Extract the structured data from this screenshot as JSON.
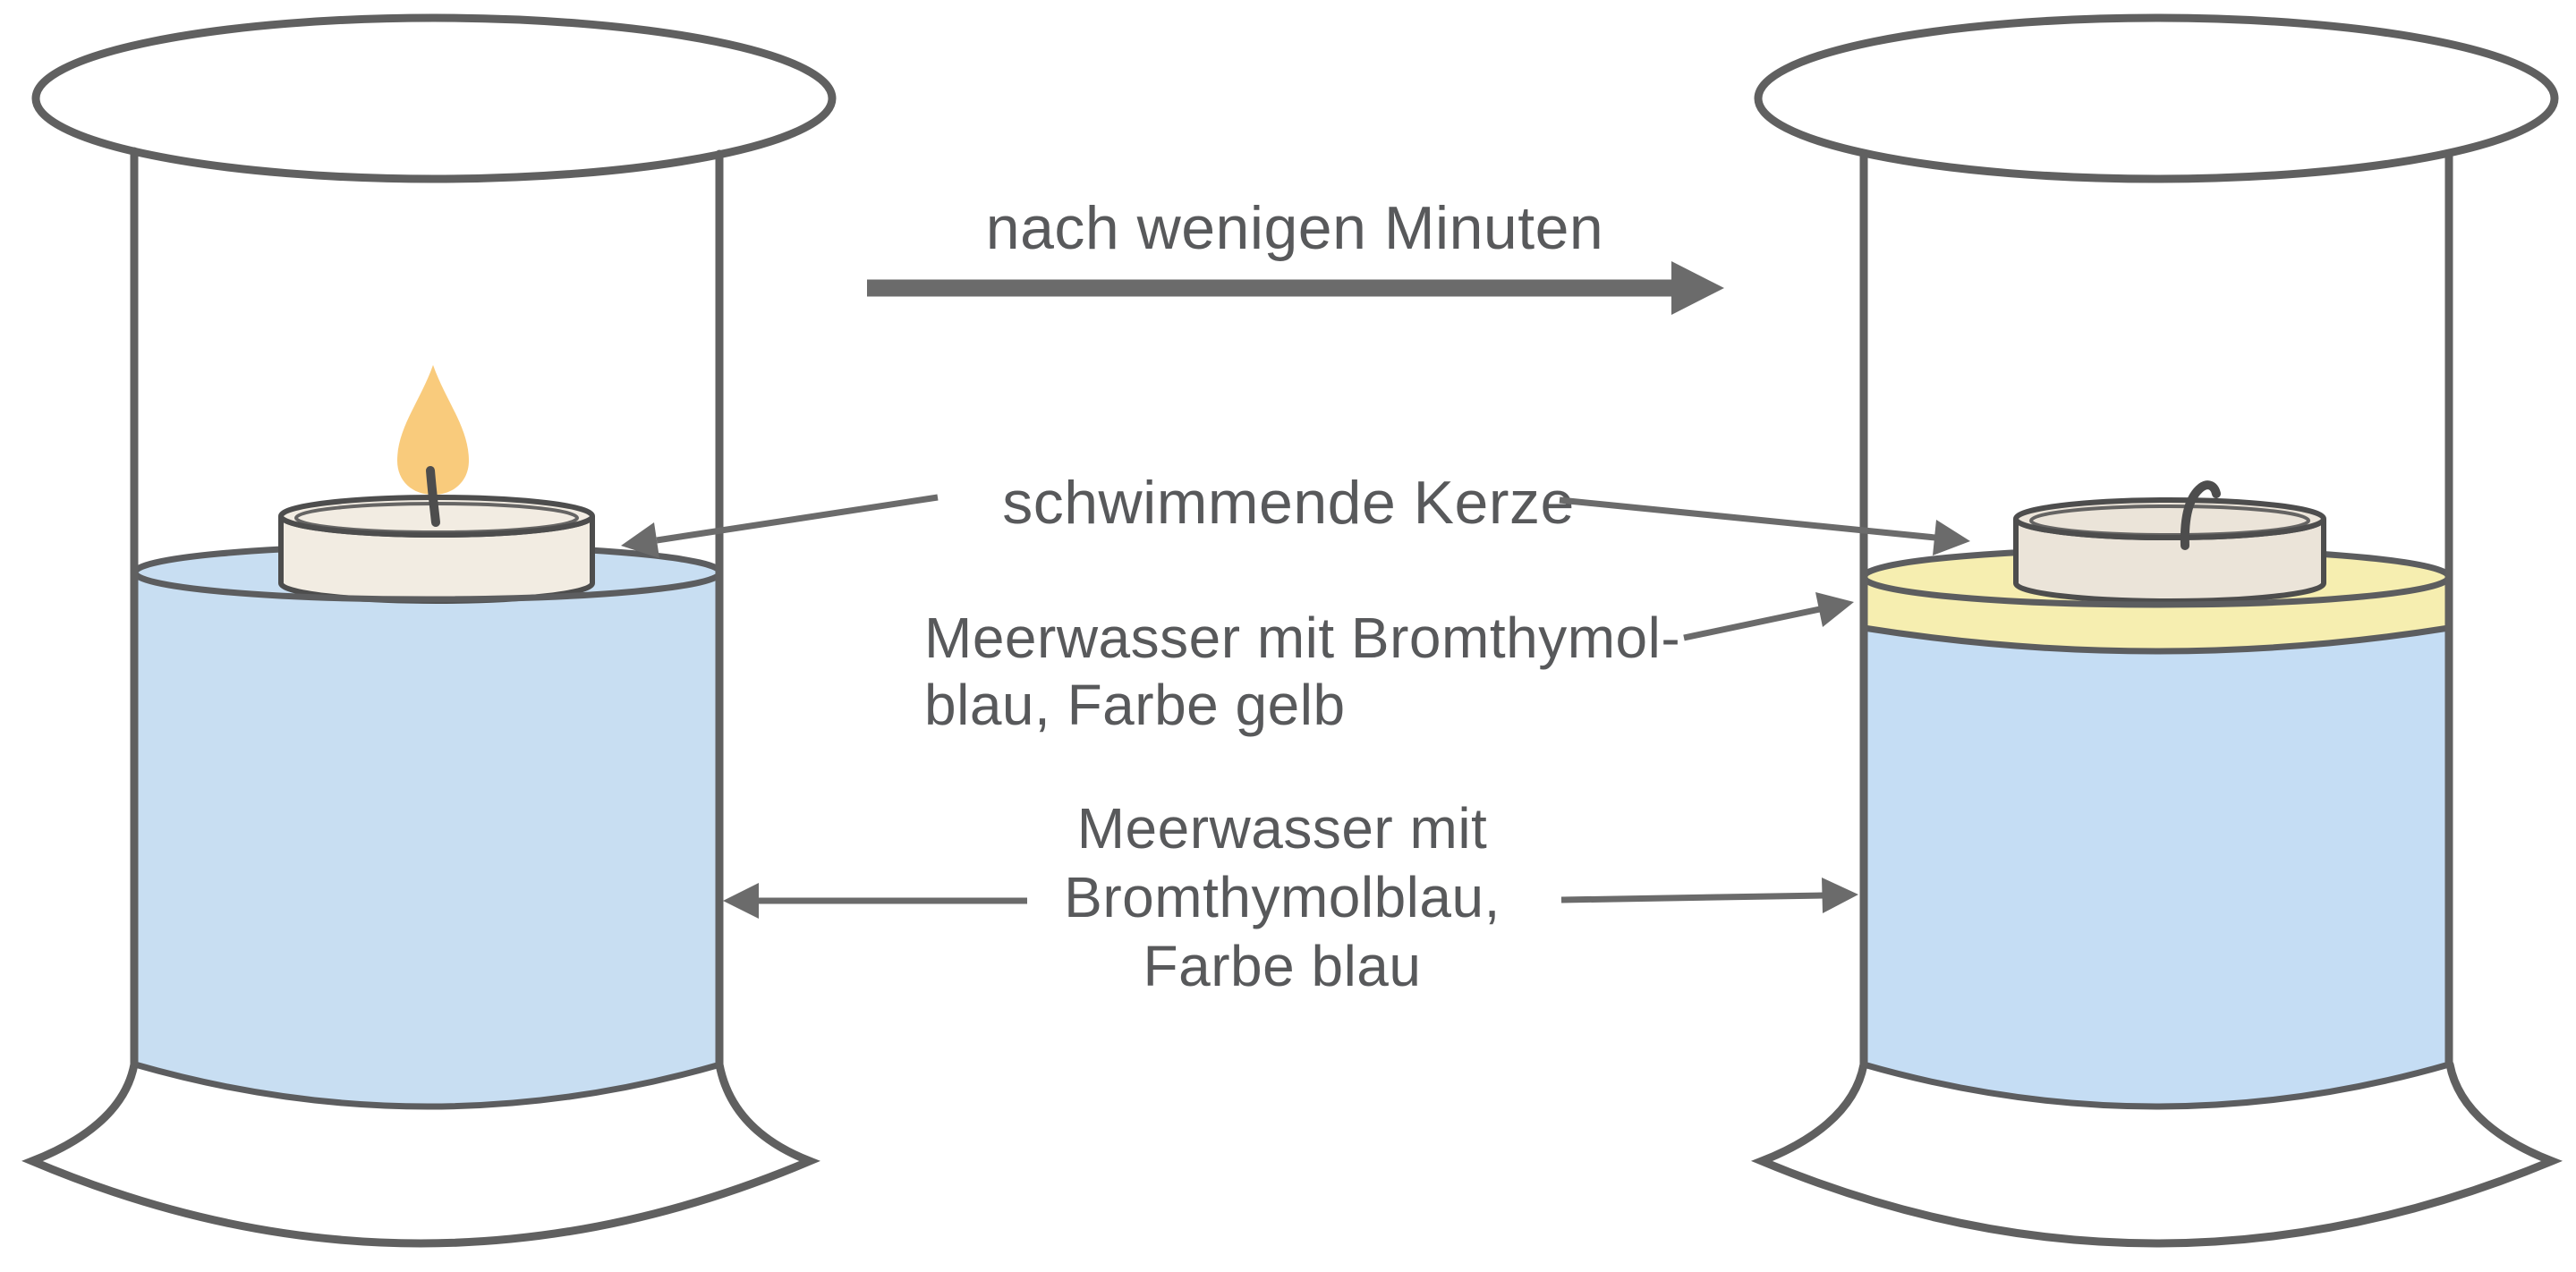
{
  "diagram": {
    "transition": {
      "label": "nach wenigen Minuten"
    },
    "annotations": {
      "floating_candle": "schwimmende Kerze",
      "seawater_yellow": {
        "line1": "Meerwasser mit Bromthymol-",
        "line2": "blau, Farbe gelb"
      },
      "seawater_blue": {
        "line1": "Meerwasser mit",
        "line2": "Bromthymolblau,",
        "line3": "Farbe blau"
      }
    },
    "colors": {
      "water_blue": "#c8def2",
      "water_blue_right": "#c5ddf4",
      "indicator_yellow": "#f6eeb0",
      "candle_wax": "#f2ece2",
      "candle_wax_right": "#ebe4d9",
      "flame": "#f9cb7c",
      "glass_outline": "#606060",
      "arrow_gray": "#6b6b6b",
      "text_gray": "#58595b"
    }
  }
}
